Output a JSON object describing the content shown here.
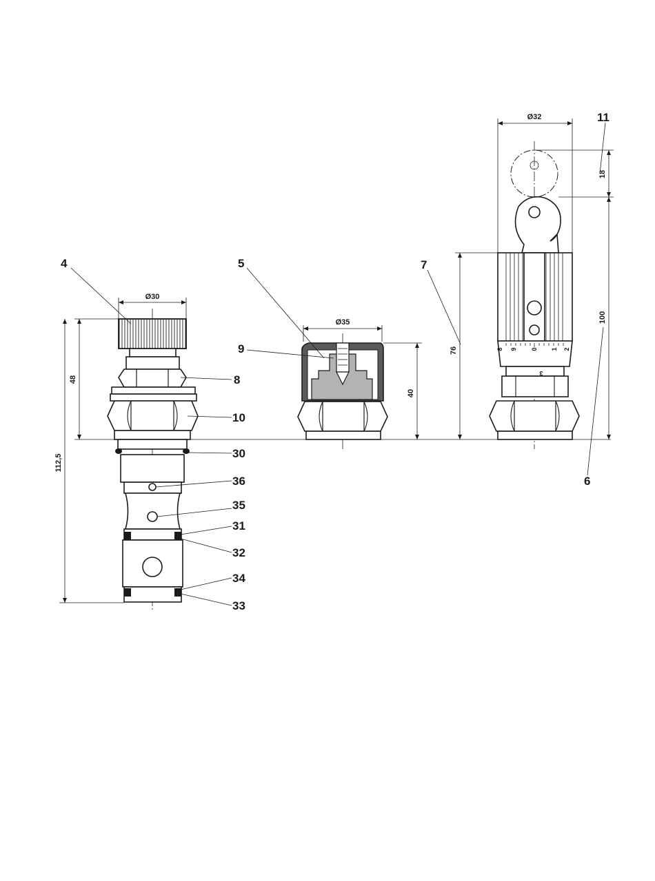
{
  "diagram": {
    "colors": {
      "ink": "#1a1a1a",
      "cap_fill": "#5a5a5a",
      "insert_fill": "#b3b3b3",
      "paper": "#ffffff"
    },
    "callouts": [
      "4",
      "5",
      "7",
      "11",
      "9",
      "8",
      "10",
      "30",
      "36",
      "35",
      "31",
      "32",
      "34",
      "33",
      "6"
    ],
    "dimensions": {
      "knob_diameter": "Ø30",
      "cap_diameter": "Ø35",
      "lever_diameter": "Ø32",
      "height_48": "48",
      "height_112": "112,5",
      "height_40": "40",
      "height_76": "76",
      "height_100": "100",
      "height_18": "18"
    },
    "scale_marks": [
      "8",
      "9",
      "0",
      "1",
      "2"
    ],
    "collar_mark": "3"
  }
}
